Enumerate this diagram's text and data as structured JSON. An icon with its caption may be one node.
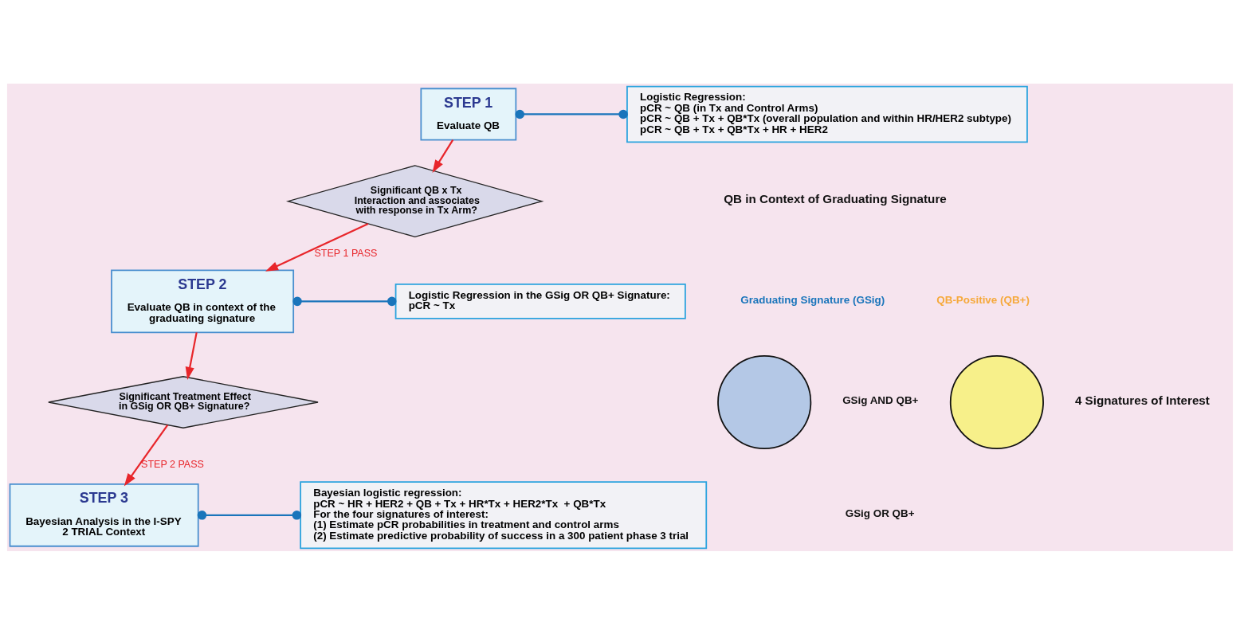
{
  "diagram": {
    "nodes": [
      {
        "text": [
          "STEP 1",
          "Evaluate QB"
        ]
      },
      {
        "text": [
          "Logistic Regression:",
          "pCR ~ QB (in Tx and Control Arms)",
          "pCR ~ QB + Tx + QB*Tx (overall population and within HR/HER2 subtype)",
          "pCR ~ QB + Tx + QB*Tx + HR + HER2"
        ]
      },
      {
        "text": [
          "Significant QB x Tx Interaction and associates with response in Tx Arm?"
        ]
      },
      {
        "text": [
          "STEP 2",
          "Evaluate QB in context of the graduating signature"
        ]
      },
      {
        "text": [
          "Logistic Regression in the GSig OR QB+ Signature:",
          "pCR ~ Tx"
        ]
      },
      {
        "text": [
          "Significant Treatment Effect in GSig OR QB+ Signature?"
        ]
      },
      {
        "text": [
          "STEP 3",
          "Bayesian Analysis in the I-SPY 2 TRIAL Context"
        ]
      },
      {
        "text": [
          "Bayesian logistic regression:",
          "pCR ~ HR + HER2 + QB + Tx + HR*Tx + HER2*Tx  + QB*Tx",
          "For the four signatures of interest:",
          "(1) Estimate pCR probabilities in treatment and control arms",
          "(2) Estimate predictive probability of success in a 300 patient phase 3 trial"
        ]
      },
      {
        "text": [],
        "shape": "circle"
      },
      {
        "text": [],
        "shape": "circle"
      }
    ],
    "edges": [
      {
        "from": 0,
        "to": 1,
        "arrow": "other",
        "color": "#1a75bb"
      },
      {
        "from": 0,
        "to": 2,
        "arrow": "to"
      },
      {
        "from": 2,
        "to": 3,
        "arrow": "to",
        "label": "STEP 1 PASS"
      },
      {
        "from": 3,
        "to": 4,
        "arrow": "other",
        "color": "#1a75bb"
      },
      {
        "from": 3,
        "to": 5,
        "arrow": "to"
      },
      {
        "from": 5,
        "to": 6,
        "arrow": "to",
        "label": "STEP 2 PASS"
      },
      {
        "from": 6,
        "to": 7,
        "arrow": "other",
        "color": "#1a75bb"
      }
    ],
    "labels": [
      "QB in Context of Graduating Signature",
      "Graduating Signature (GSig)",
      "QB-Positive (QB+)",
      "GSig AND QB+",
      "4 Signatures of Interest",
      "GSig OR QB+"
    ]
  }
}
